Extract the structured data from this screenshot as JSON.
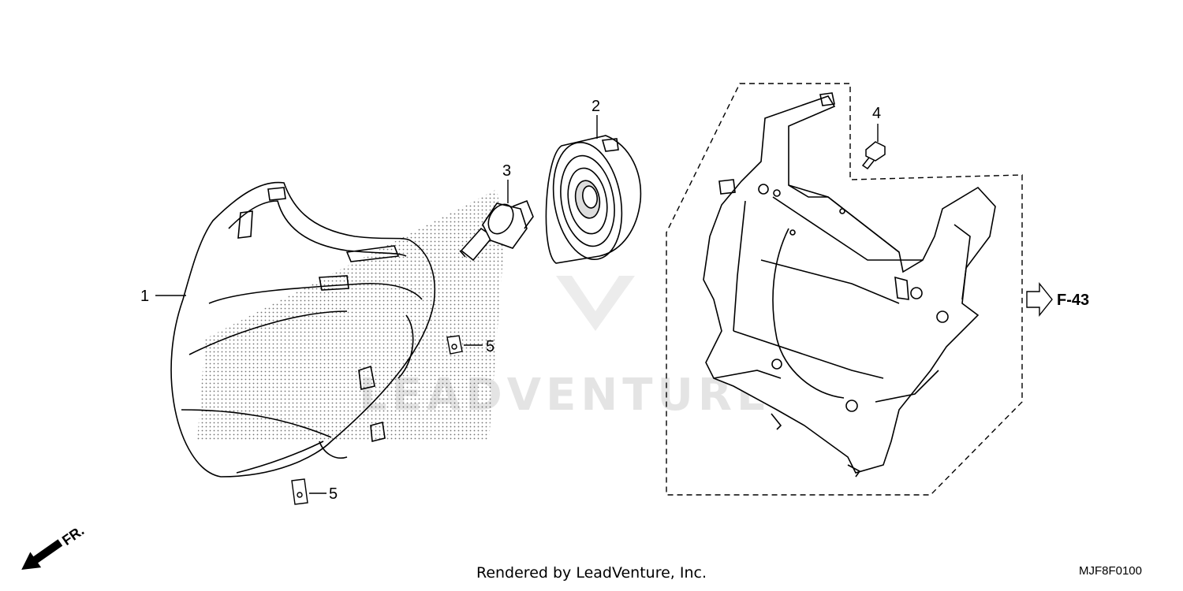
{
  "diagram": {
    "watermark_text": "LEADVENTURE",
    "callouts": [
      {
        "id": "1",
        "label": "1"
      },
      {
        "id": "2",
        "label": "2"
      },
      {
        "id": "3",
        "label": "3"
      },
      {
        "id": "4",
        "label": "4"
      },
      {
        "id": "5a",
        "label": "5"
      },
      {
        "id": "5b",
        "label": "5"
      }
    ],
    "reference": "F-43",
    "direction": "FR.",
    "footer": "Rendered by LeadVenture, Inc.",
    "diagram_code": "MJF8F0100"
  }
}
